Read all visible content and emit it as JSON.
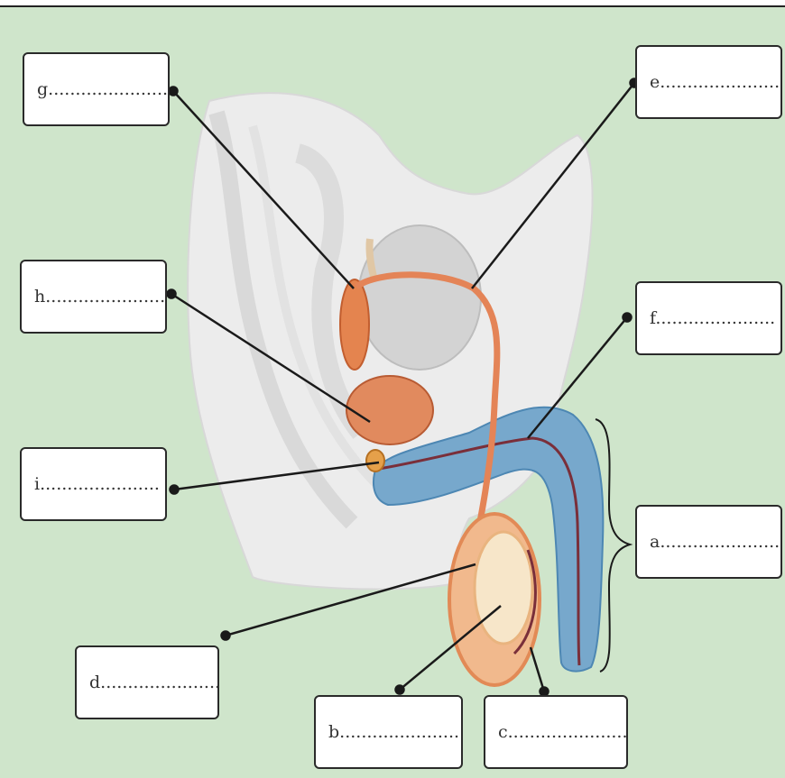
{
  "labels": {
    "g": "g......................",
    "h": "h......................",
    "i": "i......................",
    "e": "e......................",
    "f": "f......................",
    "a": "a......................",
    "d": "d......................",
    "b": "b......................",
    "c": "c......................"
  },
  "colors": {
    "background": "#cfe5cb",
    "erectile_tissue": "#6e9fc3",
    "reproductive_tissue": "#e8895e",
    "body_outline": "#e9e9e9",
    "leader_line": "#1a1a1a"
  }
}
